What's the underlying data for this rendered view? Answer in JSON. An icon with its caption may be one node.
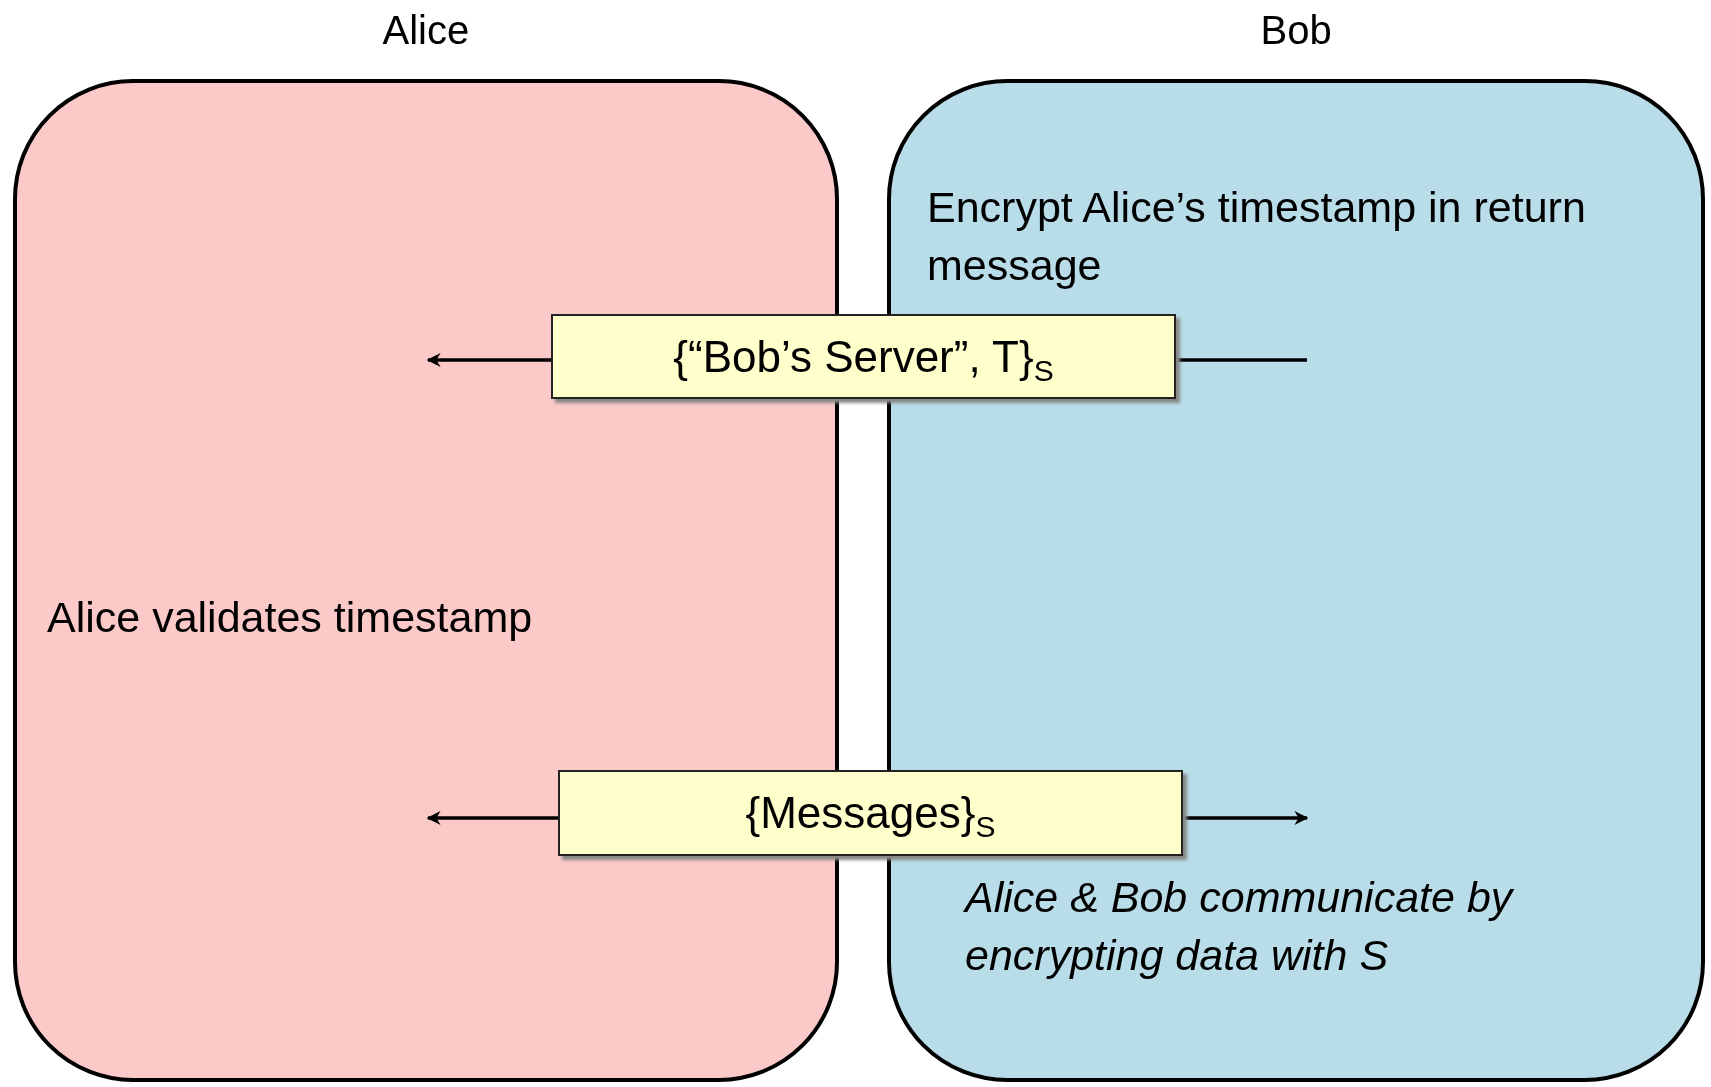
{
  "diagram": {
    "nodes": [
      {
        "text": [
          "Alice",
          "Alice validates timestamp"
        ]
      },
      {
        "text": [
          "Bob",
          "Encrypt Alice’s timestamp in return message",
          "Alice & Bob communicate by encrypting data with S"
        ]
      }
    ],
    "edges": [
      {
        "from": 1,
        "to": 0,
        "arrow": "to",
        "label": "{“Bob’s Server”, T}$_{S}$"
      },
      {
        "from": 0,
        "to": 1,
        "arrow": "both",
        "label": "{Messages}$_{S}$"
      }
    ]
  }
}
